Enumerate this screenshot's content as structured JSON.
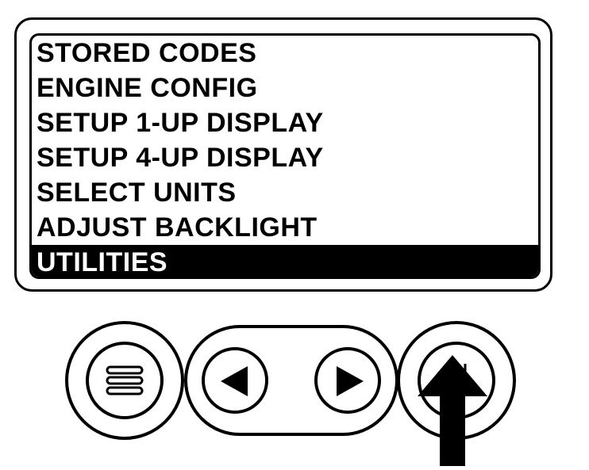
{
  "menu": {
    "items": [
      {
        "label": "STORED CODES",
        "selected": false
      },
      {
        "label": "ENGINE CONFIG",
        "selected": false
      },
      {
        "label": "SETUP 1-UP DISPLAY",
        "selected": false
      },
      {
        "label": "SETUP 4-UP DISPLAY",
        "selected": false
      },
      {
        "label": "SELECT UNITS",
        "selected": false
      },
      {
        "label": "ADJUST BACKLIGHT",
        "selected": false
      },
      {
        "label": "UTILITIES",
        "selected": true
      }
    ]
  },
  "controls": {
    "menu_button_icon": "menu-lines-icon",
    "left_button_icon": "arrow-left-icon",
    "right_button_icon": "arrow-right-icon",
    "enter_button_icon": "enter-icon",
    "pointer_icon": "press-arrow-icon"
  },
  "colors": {
    "foreground": "#000000",
    "background": "#ffffff",
    "selected_background": "#000000",
    "selected_text": "#ffffff"
  }
}
